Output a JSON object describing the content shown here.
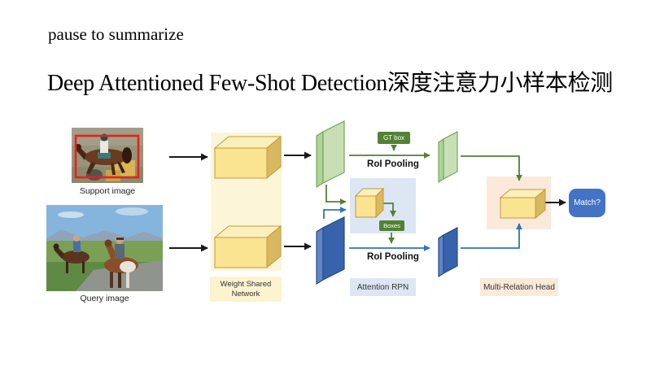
{
  "slide": {
    "kicker": "pause to summarize",
    "title": "Deep Attentioned Few-Shot Detection深度注意力小样本检测"
  },
  "diagram": {
    "support_caption": "Support image",
    "query_caption": "Query image",
    "weight_shared_label": "Weight Shared Network",
    "gt_box_label": "GT box",
    "roi_pooling_top": "RoI Pooling",
    "roi_pooling_bottom": "RoI Pooling",
    "boxes_label": "Boxes",
    "attention_rpn_label": "Attention RPN",
    "multi_relation_label": "Multi-Relation Head",
    "match_label": "Match?"
  },
  "colors": {
    "container_yellow": "#FCF5D8",
    "label_yellow": "#FCF3CF",
    "cube_front": "#FAE492",
    "cube_top": "#FBF0BC",
    "cube_side": "#D8B95F",
    "cube_stroke": "#C09A3E",
    "green_slab": "#C8DFB5",
    "green_accent": "#538135",
    "blue_slab": "#3763AC",
    "blue_accent": "#2E75B6",
    "rpn_bg_blue": "#DCE7F3",
    "head_bg_peach": "#FBE9DA",
    "match_blue": "#4472C4",
    "bbox_red": "#E8211D",
    "arrow_black": "#1A1A1A"
  }
}
